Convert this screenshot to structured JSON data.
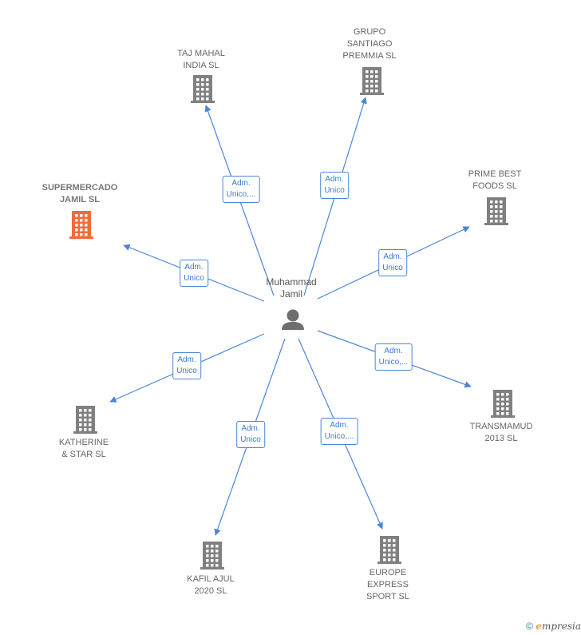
{
  "center": {
    "name": "Muhammad\nJamil",
    "icon": "person-icon"
  },
  "colors": {
    "edge": "#4a86d4",
    "building": "#808080",
    "building_main": "#f26a3c"
  },
  "companies": [
    {
      "id": "taj-mahal",
      "name": "TAJ MAHAL\nINDIA  SL",
      "relation": "Adm.\nUnico,..."
    },
    {
      "id": "grupo-santiago",
      "name": "GRUPO\nSANTIAGO\nPREMMIA  SL",
      "relation": "Adm.\nUnico"
    },
    {
      "id": "prime-best",
      "name": "PRIME BEST\nFOODS  SL",
      "relation": "Adm.\nUnico"
    },
    {
      "id": "supermercado",
      "name": "SUPERMERCADO\nJAMIL  SL",
      "relation": "Adm.\nUnico",
      "highlight": true
    },
    {
      "id": "transmamud",
      "name": "TRANSMAMUD\n2013 SL",
      "relation": "Adm.\nUnico,..."
    },
    {
      "id": "katherine",
      "name": "KATHERINE\n& STAR  SL",
      "relation": "Adm.\nUnico"
    },
    {
      "id": "kafil",
      "name": "KAFIL AJUL\n2020  SL",
      "relation": "Adm.\nUnico"
    },
    {
      "id": "europe",
      "name": "EUROPE\nEXPRESS\nSPORT  SL",
      "relation": "Adm.\nUnico,..."
    }
  ],
  "footer": {
    "copyright": "©",
    "brand_initial": "e",
    "brand_rest": "mpresia"
  }
}
